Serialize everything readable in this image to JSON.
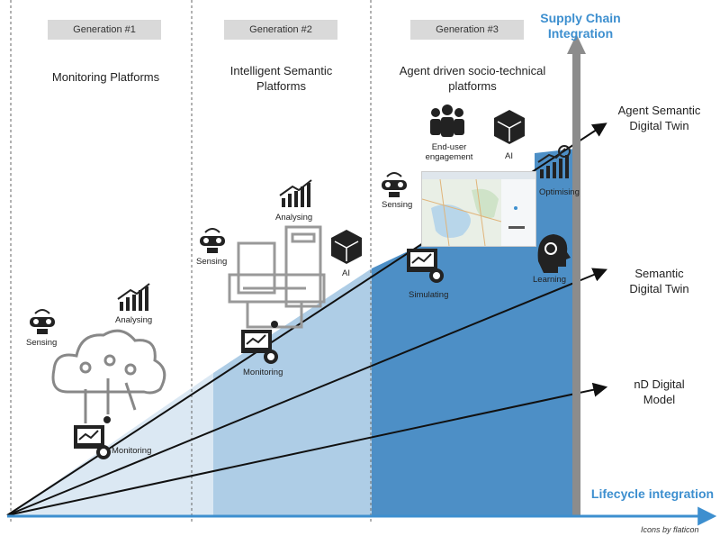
{
  "generations": [
    {
      "badge": "Generation #1",
      "title": "Monitoring Platforms"
    },
    {
      "badge": "Generation #2",
      "title_line1": "Intelligent Semantic",
      "title_line2": "Platforms"
    },
    {
      "badge": "Generation #3",
      "title_line1": "Agent driven socio-technical",
      "title_line2": "platforms"
    }
  ],
  "axes": {
    "y_line1": "Supply Chain",
    "y_line2": "Integration",
    "x": "Lifecycle integration"
  },
  "trajectories": [
    {
      "line1": "Agent Semantic",
      "line2": "Digital Twin"
    },
    {
      "line1": "Semantic",
      "line2": "Digital Twin"
    },
    {
      "line1": "nD Digital",
      "line2": "Model"
    }
  ],
  "gen1_labels": {
    "sensing": "Sensing",
    "analysing": "Analysing",
    "monitoring": "Monitoring"
  },
  "gen2_labels": {
    "sensing": "Sensing",
    "analysing": "Analysing",
    "ai": "AI",
    "monitoring": "Monitoring"
  },
  "gen3_labels": {
    "end_user_line1": "End-user",
    "end_user_line2": "engagement",
    "ai": "AI",
    "sensing": "Sensing",
    "optimising": "Optimising",
    "simulating": "Simulating",
    "learning": "Learning"
  },
  "credit": "Icons by flaticon",
  "colors": {
    "accent": "#3d8fcf",
    "gen1_fill": "#dbe8f3",
    "gen2_fill": "#aecde6",
    "gen3_fill": "#4d8fc6",
    "axis_arrow": "#888888"
  }
}
